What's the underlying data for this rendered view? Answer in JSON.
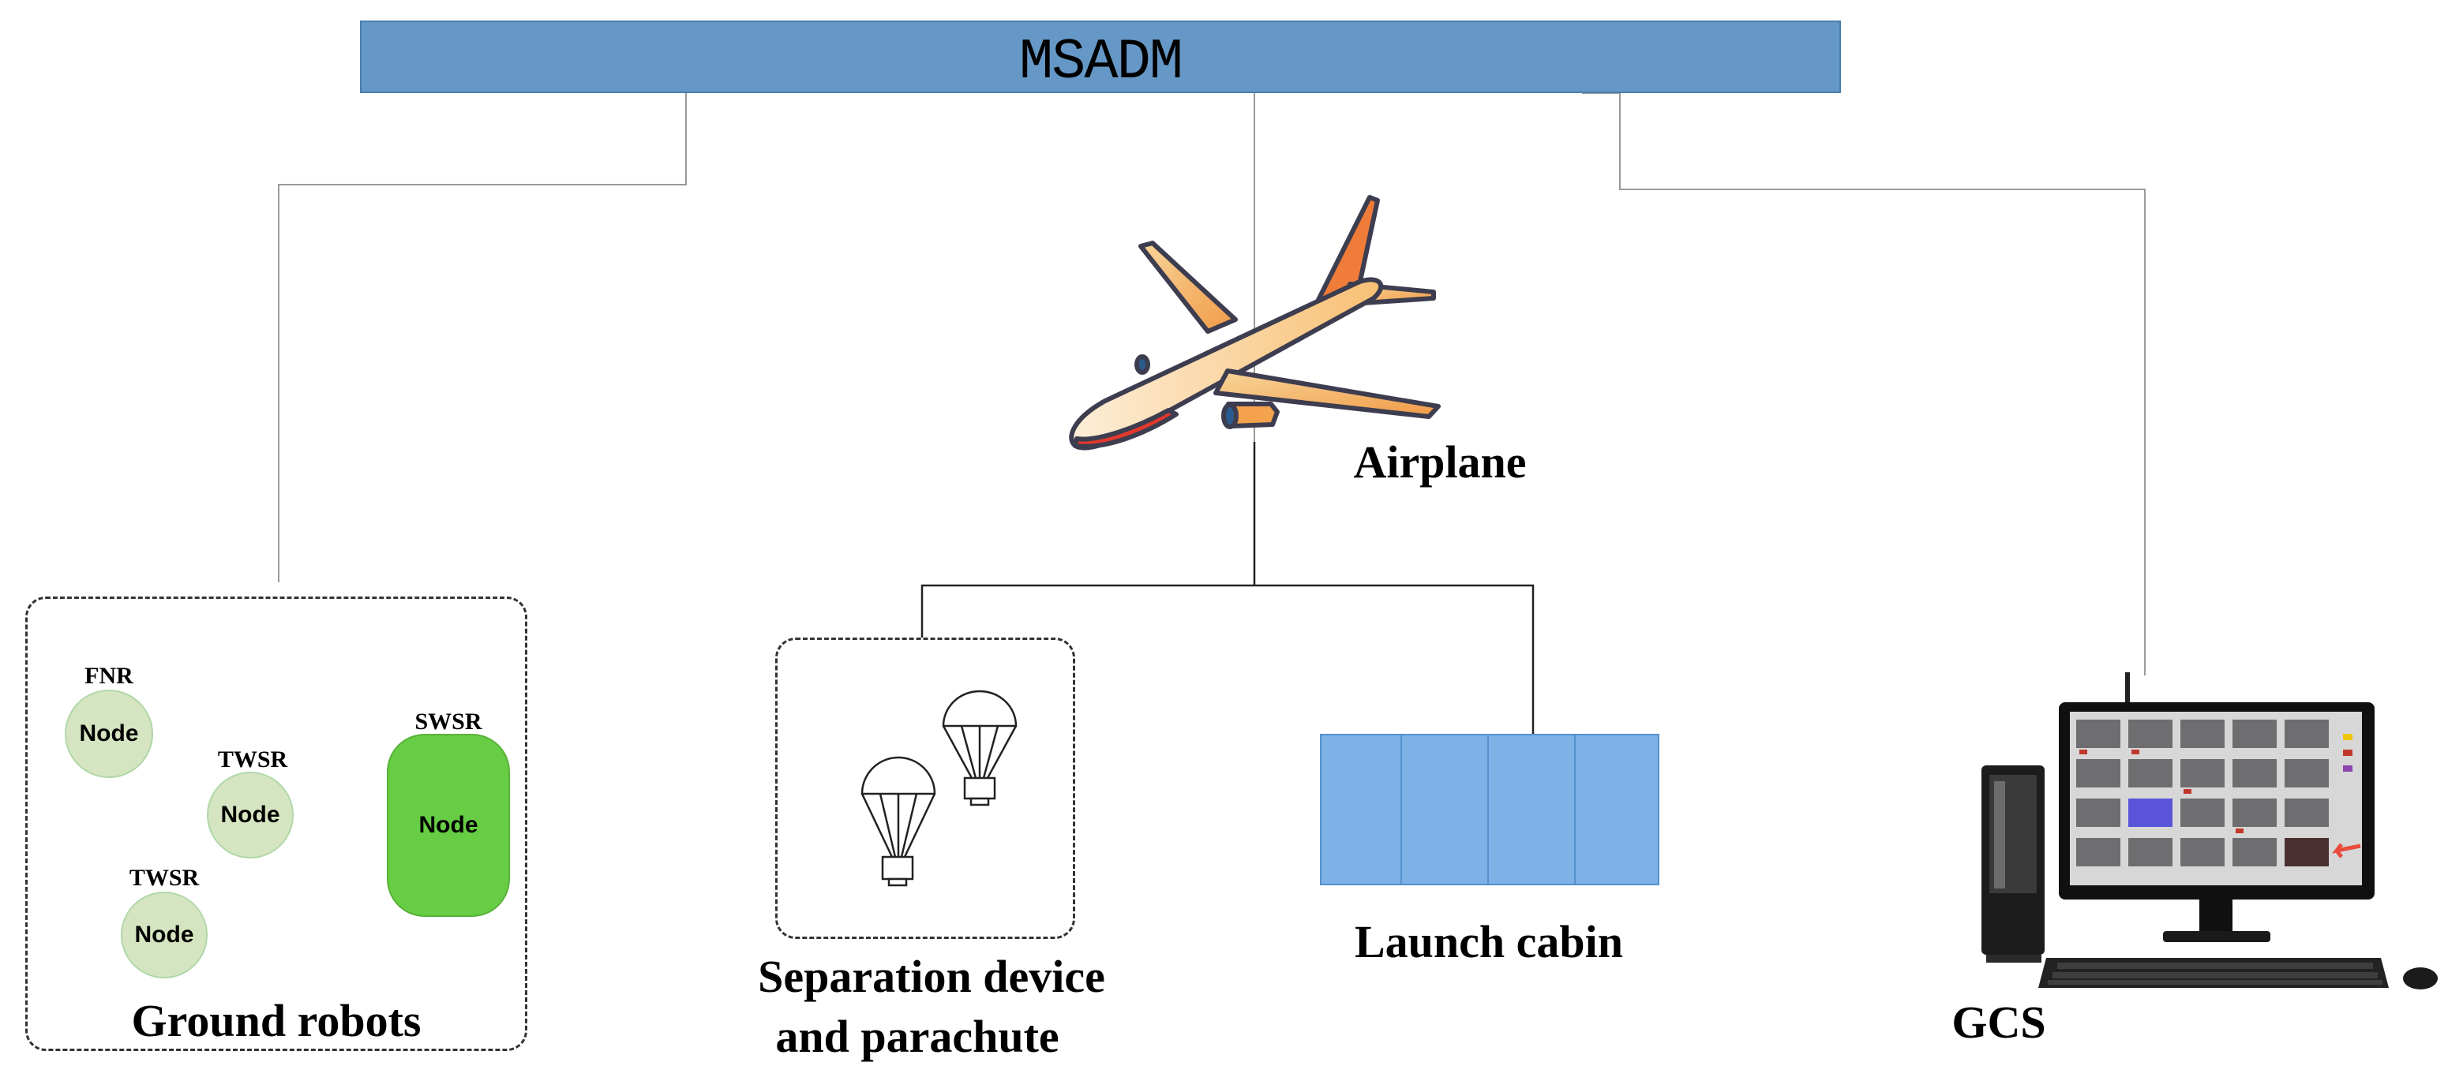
{
  "title": "MSADM",
  "airplane": {
    "label": "Airplane"
  },
  "ground_robots": {
    "label": "Ground robots",
    "nodes": [
      {
        "tag": "FNR",
        "text": "Node"
      },
      {
        "tag": "TWSR",
        "text": "Node"
      },
      {
        "tag": "TWSR",
        "text": "Node"
      },
      {
        "tag": "SWSR",
        "text": "Node"
      }
    ]
  },
  "separation": {
    "label_line1": "Separation device",
    "label_line2": "and parachute"
  },
  "launch_cabin": {
    "label": "Launch cabin"
  },
  "gcs": {
    "label": "GCS"
  },
  "colors": {
    "title_bar": "#6598c6",
    "node_fill": "#d6e5c1",
    "swsr_fill": "#67cd44",
    "cabin_fill": "#7eb2e6"
  }
}
